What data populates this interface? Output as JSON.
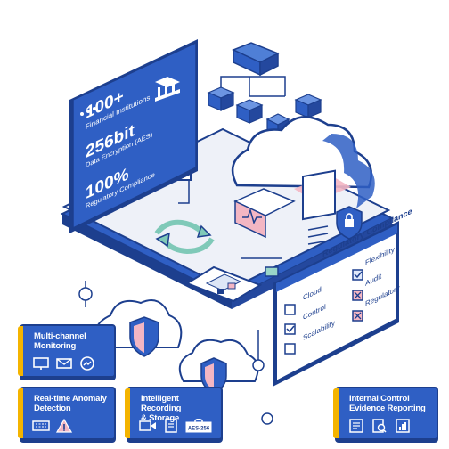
{
  "dashboard": {
    "stat1_value": "100+",
    "stat1_label": "Financial Institutions",
    "stat2_value": "256bit",
    "stat2_label": "Data Encryption (AES)",
    "stat3_value": "100%",
    "stat3_label": "Regulatory Compliance"
  },
  "compliance_panel": {
    "title": "Regulatory Compliance",
    "items_left": [
      "Cloud",
      "Control",
      "Scalability"
    ],
    "items_right": [
      "Flexibility",
      "Audit",
      "Regulatory"
    ]
  },
  "cards": [
    {
      "title_line1": "Multi-channel",
      "title_line2": "Monitoring",
      "icons": [
        "monitor-icon",
        "mail-icon",
        "messenger-icon"
      ]
    },
    {
      "title_line1": "Real-time Anomaly",
      "title_line2": "Detection",
      "icons": [
        "keyboard-icon",
        "warning-icon"
      ]
    },
    {
      "title_line1": "Intelligent Recording",
      "title_line2": "& Storage",
      "icons": [
        "video-icon",
        "document-icon",
        "aes-lock-icon"
      ]
    },
    {
      "title_line1": "Internal Control",
      "title_line2": "Evidence Reporting",
      "icons": [
        "report-icon",
        "search-doc-icon",
        "bar-chart-icon"
      ]
    }
  ],
  "badge_text": "AES-256",
  "colors": {
    "primary": "#2f5fc4",
    "dark": "#1d3f8e",
    "accent": "#f4b400",
    "pink": "#f3b6c3",
    "teal": "#7fc9b8"
  }
}
